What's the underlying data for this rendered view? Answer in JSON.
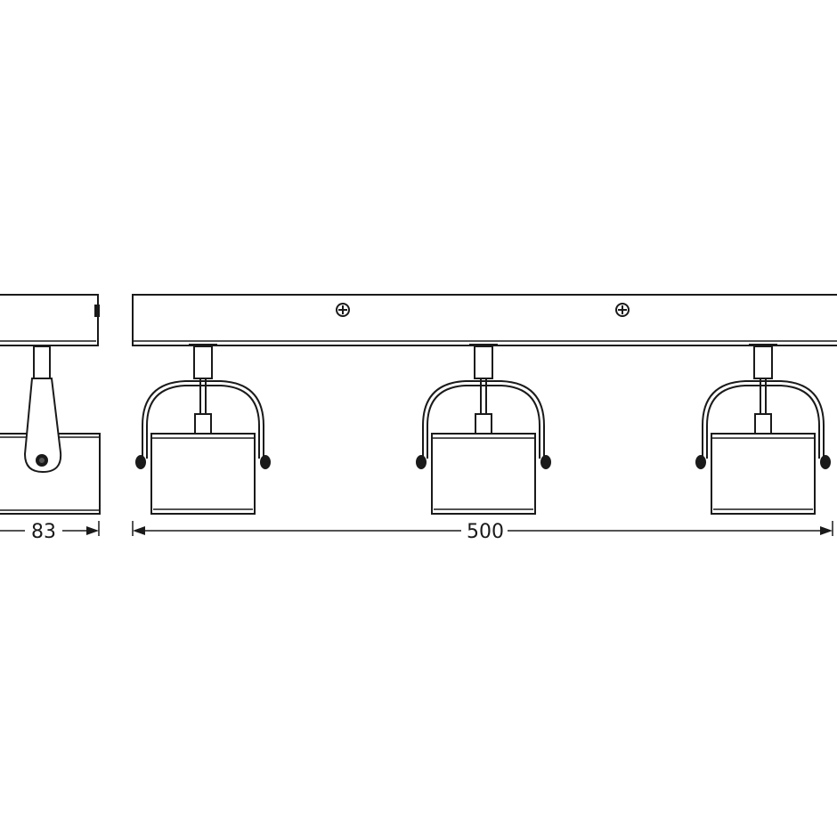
{
  "dimensions": {
    "depth": "83",
    "length": "500"
  },
  "colors": {
    "line": "#1a1a1a",
    "background": "#ffffff"
  },
  "views": {
    "side": "side-view",
    "front": "front-view"
  }
}
